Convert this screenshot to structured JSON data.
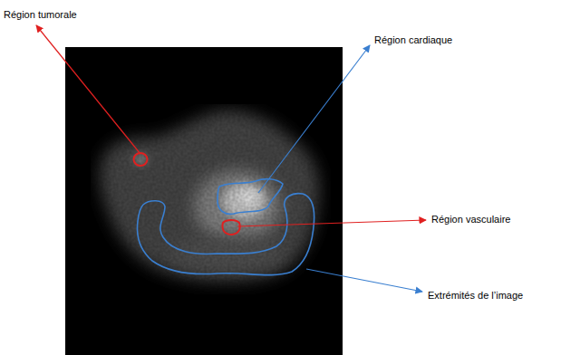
{
  "diagram": {
    "labels": [
      "Région tumorale",
      "Région cardiaque",
      "Région vasculaire",
      "Extrémités de l’image"
    ]
  }
}
